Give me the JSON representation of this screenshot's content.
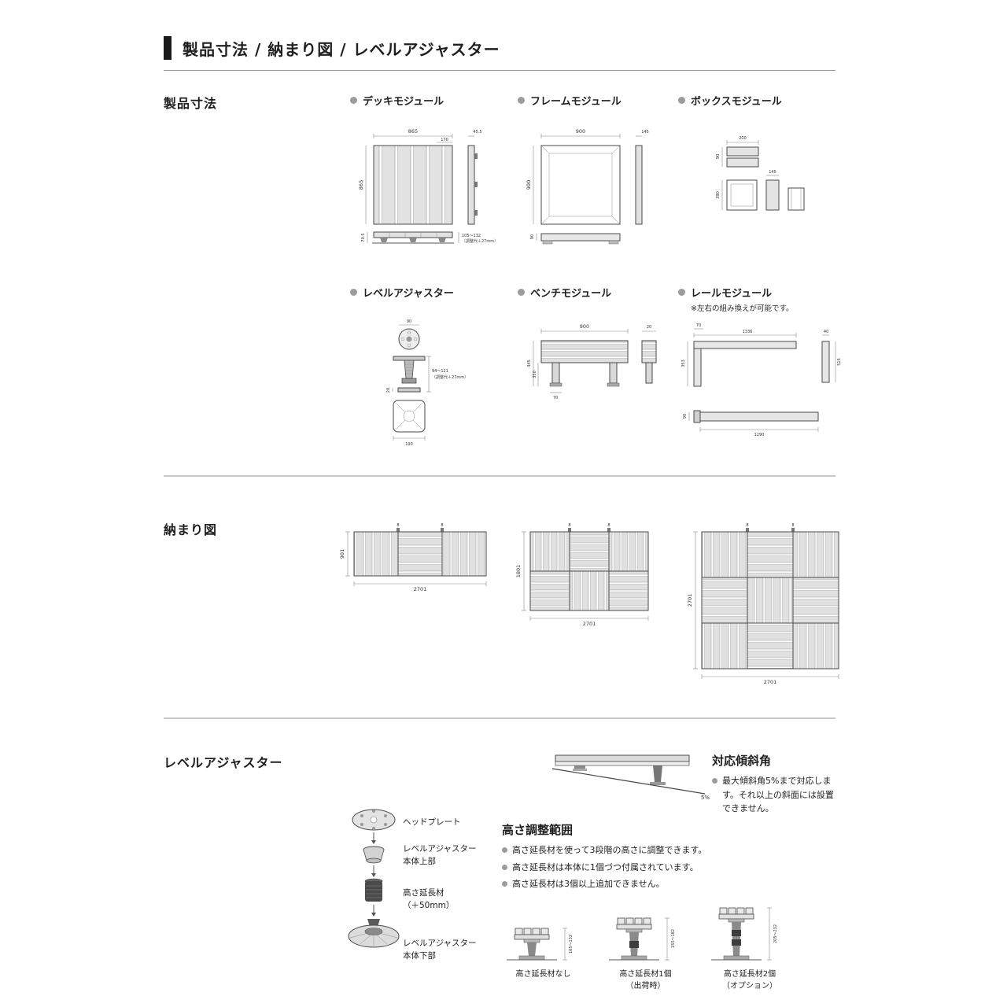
{
  "page": {
    "title": "製品寸法 / 納まり図 / レベルアジャスター"
  },
  "sections": {
    "s1": {
      "heading": "製品寸法"
    },
    "s2": {
      "heading": "納まり図"
    },
    "s3": {
      "heading": "レベルアジャスター"
    }
  },
  "modules": [
    {
      "label": "デッキモジュール",
      "dims": {
        "w": "865",
        "slat": "170",
        "t": "45.5",
        "h": "865",
        "leg": "70.5",
        "range": "105〜132",
        "range_note": "（調整代＋27mm）"
      }
    },
    {
      "label": "フレームモジュール",
      "dims": {
        "w": "900",
        "t": "145",
        "h": "900",
        "beam": "90"
      }
    },
    {
      "label": "ボックスモジュール",
      "dims": {
        "w": "200",
        "h1": "90",
        "h2": "390",
        "w2": "145"
      }
    },
    {
      "label": "レベルアジャスター",
      "dims": {
        "plate": "90",
        "range": "94〜121",
        "range_note": "（調整代＋27mm）",
        "base_h": "20",
        "base": "190"
      }
    },
    {
      "label": "ベンチモジュール",
      "dims": {
        "w": "900",
        "gap": "20",
        "h": "445",
        "leg_h": "350",
        "leg_w": "70"
      }
    },
    {
      "label": "レールモジュール",
      "note": "※左右の組み換えが可能です。",
      "dims": {
        "end": "70",
        "w": "1336",
        "cap": "40",
        "side": "515",
        "h": "353",
        "bar_h": "90",
        "bar_w": "1290"
      }
    }
  ],
  "plans": [
    {
      "h": "901",
      "w": "2701",
      "j": "8"
    },
    {
      "h": "1801",
      "w": "2701",
      "j": "8"
    },
    {
      "h": "2701",
      "w": "2701",
      "j": "8"
    }
  ],
  "adjuster": {
    "parts": [
      {
        "l1": "ヘッドプレート",
        "l2": ""
      },
      {
        "l1": "レベルアジャスター",
        "l2": "本体上部"
      },
      {
        "l1": "高さ延長材",
        "l2": "（＋50mm）"
      },
      {
        "l1": "レベルアジャスター",
        "l2": "本体下部"
      }
    ],
    "slope": {
      "heading": "対応傾斜角",
      "note": "最大傾斜角5%まで対応します。それ以上の斜面には設置できません。",
      "pct": "5%"
    },
    "height": {
      "heading": "高さ調整範囲",
      "notes": [
        "高さ延長材を使って3段階の高さに調整できます。",
        "高さ延長材は本体に1個づつ付属されています。",
        "高さ延長材は3個以上追加できません。"
      ],
      "variants": [
        {
          "c1": "高さ延長材なし",
          "c2": "",
          "range": "105〜132"
        },
        {
          "c1": "高さ延長材1個",
          "c2": "（出荷時）",
          "range": "155〜182"
        },
        {
          "c1": "高さ延長材2個",
          "c2": "（オプション）",
          "range": "205〜232"
        }
      ]
    }
  }
}
